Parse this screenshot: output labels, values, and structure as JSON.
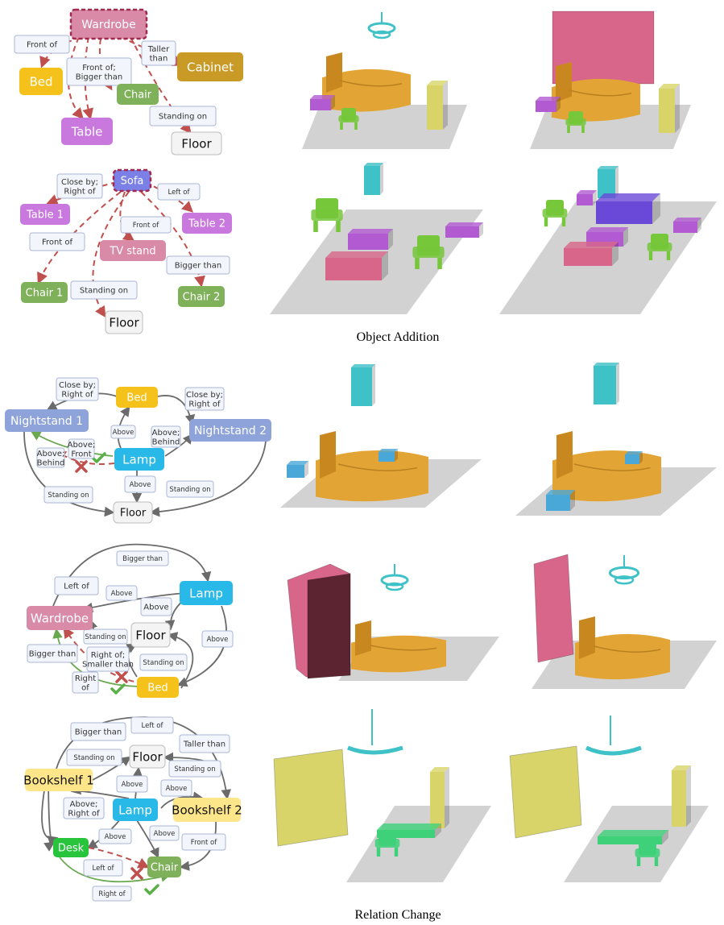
{
  "colors": {
    "pink": "#d98aa6",
    "orange": "#f5c21b",
    "gold": "#c99a26",
    "green": "#7fb15a",
    "violet": "#c979de",
    "blue": "#8ea3d9",
    "cyan": "#29b9e8",
    "brightgreen": "#27c43c",
    "lightyellow": "#fde58a",
    "rel_fill": "#f2f5fb",
    "rel_border": "#a9b6d6",
    "arrow_red": "#c0504d",
    "arrow_gray": "#6b6b6b",
    "arrow_green": "#6aa84f",
    "mesh_bed": "#e3a436",
    "mesh_purple": "#b25ad1",
    "mesh_green": "#76c73a",
    "mesh_teal": "#3ec1c7",
    "mesh_pink": "#d7668a",
    "mesh_yellow": "#d8d469",
    "mesh_blue": "#4aa8d8",
    "mesh_lime": "#3fd17a",
    "mesh_sofa": "#6a49d9",
    "ground": "#d2d2d2"
  },
  "captions": {
    "top": "Object Addition",
    "bottom": "Relation Change"
  },
  "graphs": [
    {
      "nodes": [
        {
          "id": "wardrobe",
          "label": "Wardrobe",
          "color": "pink",
          "target": true
        },
        {
          "id": "bed",
          "label": "Bed",
          "color": "orange"
        },
        {
          "id": "cabinet",
          "label": "Cabinet",
          "color": "gold"
        },
        {
          "id": "chair",
          "label": "Chair",
          "color": "green"
        },
        {
          "id": "table",
          "label": "Table",
          "color": "violet"
        },
        {
          "id": "floor",
          "label": "Floor",
          "color": "white"
        }
      ],
      "relations": [
        {
          "id": "r1",
          "label": "Front of"
        },
        {
          "id": "r2",
          "label": "Front of;\nBigger than"
        },
        {
          "id": "r3",
          "label": "Taller\nthan"
        },
        {
          "id": "r4",
          "label": "Standing on"
        }
      ]
    },
    {
      "nodes": [
        {
          "id": "sofa",
          "label": "Sofa",
          "color": "#7a80e6",
          "target": true
        },
        {
          "id": "table1",
          "label": "Table 1",
          "color": "violet"
        },
        {
          "id": "table2",
          "label": "Table 2",
          "color": "violet"
        },
        {
          "id": "tvstand",
          "label": "TV stand",
          "color": "pink"
        },
        {
          "id": "chair1",
          "label": "Chair 1",
          "color": "green"
        },
        {
          "id": "chair2",
          "label": "Chair 2",
          "color": "green"
        },
        {
          "id": "floor",
          "label": "Floor",
          "color": "white"
        }
      ],
      "relations": [
        {
          "id": "r1",
          "label": "Close by;\nRight of"
        },
        {
          "id": "r2",
          "label": "Left of"
        },
        {
          "id": "r3",
          "label": "Front of"
        },
        {
          "id": "r4",
          "label": "Front of"
        },
        {
          "id": "r5",
          "label": "Bigger than"
        },
        {
          "id": "r6",
          "label": "Standing on"
        }
      ]
    },
    {
      "nodes": [
        {
          "id": "bed",
          "label": "Bed",
          "color": "orange"
        },
        {
          "id": "ns1",
          "label": "Nightstand 1",
          "color": "blue"
        },
        {
          "id": "ns2",
          "label": "Nightstand 2",
          "color": "blue"
        },
        {
          "id": "lamp",
          "label": "Lamp",
          "color": "cyan"
        },
        {
          "id": "floor",
          "label": "Floor",
          "color": "white"
        }
      ],
      "relations": [
        {
          "id": "r1",
          "label": "Close by;\nRight of"
        },
        {
          "id": "r2",
          "label": "Close by;\nRight of"
        },
        {
          "id": "r3",
          "label": "Above"
        },
        {
          "id": "r4",
          "label": "Above;\nBehind"
        },
        {
          "id": "r5",
          "label": "Above;\nFront"
        },
        {
          "id": "r6",
          "label": "Above;\nBehind"
        },
        {
          "id": "r7",
          "label": "Above"
        },
        {
          "id": "r8",
          "label": "Standing on"
        },
        {
          "id": "r9",
          "label": "Standing on"
        }
      ]
    },
    {
      "nodes": [
        {
          "id": "lamp",
          "label": "Lamp",
          "color": "cyan"
        },
        {
          "id": "wardrobe",
          "label": "Wardrobe",
          "color": "pink"
        },
        {
          "id": "floor",
          "label": "Floor",
          "color": "white"
        },
        {
          "id": "bed",
          "label": "Bed",
          "color": "orange"
        }
      ],
      "relations": [
        {
          "id": "r1",
          "label": "Bigger than"
        },
        {
          "id": "r2",
          "label": "Left of"
        },
        {
          "id": "r3",
          "label": "Above"
        },
        {
          "id": "r4",
          "label": "Above"
        },
        {
          "id": "r5",
          "label": "Standing on"
        },
        {
          "id": "r6",
          "label": "Above"
        },
        {
          "id": "r7",
          "label": "Bigger than"
        },
        {
          "id": "r8",
          "label": "Right of;\nSmaller than"
        },
        {
          "id": "r9",
          "label": "Standing on"
        },
        {
          "id": "r10",
          "label": "Right\nof"
        }
      ]
    },
    {
      "nodes": [
        {
          "id": "floor",
          "label": "Floor",
          "color": "white"
        },
        {
          "id": "bs1",
          "label": "Bookshelf 1",
          "color": "lightyellow"
        },
        {
          "id": "bs2",
          "label": "Bookshelf 2",
          "color": "lightyellow"
        },
        {
          "id": "lamp",
          "label": "Lamp",
          "color": "cyan"
        },
        {
          "id": "desk",
          "label": "Desk",
          "color": "brightgreen"
        },
        {
          "id": "chair",
          "label": "Chair",
          "color": "green"
        }
      ],
      "relations": [
        {
          "id": "r1",
          "label": "Left of"
        },
        {
          "id": "r2",
          "label": "Bigger than"
        },
        {
          "id": "r3",
          "label": "Taller than"
        },
        {
          "id": "r4",
          "label": "Standing on"
        },
        {
          "id": "r5",
          "label": "Standing on"
        },
        {
          "id": "r6",
          "label": "Above"
        },
        {
          "id": "r7",
          "label": "Above"
        },
        {
          "id": "r8",
          "label": "Above;\nRight of"
        },
        {
          "id": "r9",
          "label": "Above"
        },
        {
          "id": "r10",
          "label": "Above"
        },
        {
          "id": "r11",
          "label": "Front of"
        },
        {
          "id": "r12",
          "label": "Left of"
        },
        {
          "id": "r13",
          "label": "Right of"
        }
      ]
    }
  ]
}
